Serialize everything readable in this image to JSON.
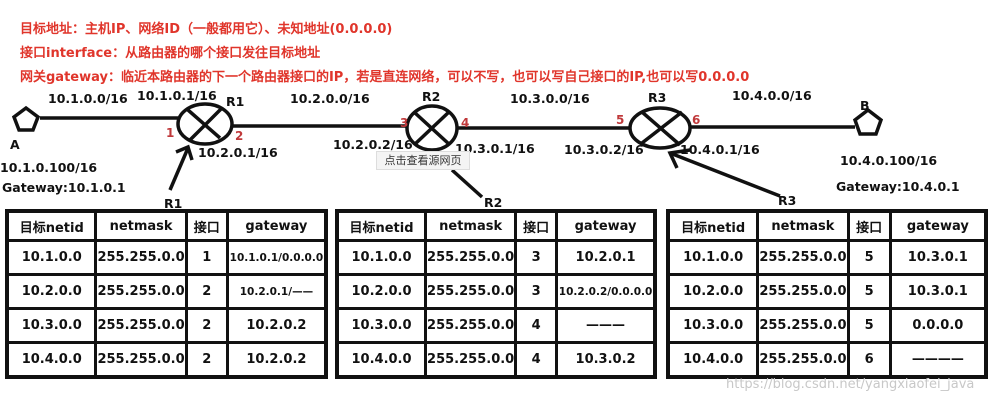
{
  "notes": [
    "目标地址：主机IP、网络ID（一般都用它）、未知地址(0.0.0.0)",
    "接口interface：从路由器的哪个接口发往目标地址",
    "网关gateway：临近本路由器的下一个路由器接口的IP，若是直连网络，可以不写，也可以写自己接口的IP,也可以写0.0.0.0"
  ],
  "topology": {
    "hosts": {
      "a": {
        "name": "A",
        "ip": "10.1.0.100/16",
        "gateway": "Gateway:10.1.0.1"
      },
      "b": {
        "name": "B",
        "ip": "10.4.0.100/16",
        "gateway": "Gateway:10.4.0.1"
      }
    },
    "networks": [
      "10.1.0.0/16",
      "10.2.0.0/16",
      "10.3.0.0/16",
      "10.4.0.0/16"
    ],
    "routers": [
      {
        "name": "R1",
        "left_ip": "10.1.0.1/16",
        "right_ip": "10.2.0.1/16",
        "left_port": "1",
        "right_port": "2",
        "pointer_label": "R1"
      },
      {
        "name": "R2",
        "left_ip": "10.2.0.2/16",
        "right_ip": "10.3.0.1/16",
        "left_port": "3",
        "right_port": "4",
        "pointer_label": "R2"
      },
      {
        "name": "R3",
        "left_ip": "10.3.0.2/16",
        "right_ip": "10.4.0.1/16",
        "left_port": "5",
        "right_port": "6",
        "pointer_label": "R3"
      }
    ]
  },
  "tooltip": "点击查看源网页",
  "table_headers": [
    "目标netid",
    "netmask",
    "接口",
    "gateway"
  ],
  "tables": [
    {
      "rows": [
        [
          "10.1.0.0",
          "255.255.0.0",
          "1",
          "10.1.0.1/0.0.0.0"
        ],
        [
          "10.2.0.0",
          "255.255.0.0",
          "2",
          "10.2.0.1/——"
        ],
        [
          "10.3.0.0",
          "255.255.0.0",
          "2",
          "10.2.0.2"
        ],
        [
          "10.4.0.0",
          "255.255.0.0",
          "2",
          "10.2.0.2"
        ]
      ]
    },
    {
      "rows": [
        [
          "10.1.0.0",
          "255.255.0.0",
          "3",
          "10.2.0.1"
        ],
        [
          "10.2.0.0",
          "255.255.0.0",
          "3",
          "10.2.0.2/0.0.0.0"
        ],
        [
          "10.3.0.0",
          "255.255.0.0",
          "4",
          "———"
        ],
        [
          "10.4.0.0",
          "255.255.0.0",
          "4",
          "10.3.0.2"
        ]
      ]
    },
    {
      "rows": [
        [
          "10.1.0.0",
          "255.255.0.0",
          "5",
          "10.3.0.1"
        ],
        [
          "10.2.0.0",
          "255.255.0.0",
          "5",
          "10.3.0.1"
        ],
        [
          "10.3.0.0",
          "255.255.0.0",
          "5",
          "0.0.0.0"
        ],
        [
          "10.4.0.0",
          "255.255.0.0",
          "6",
          "————"
        ]
      ]
    }
  ],
  "watermark": "https://blog.csdn.net/yangxiaofei_java"
}
